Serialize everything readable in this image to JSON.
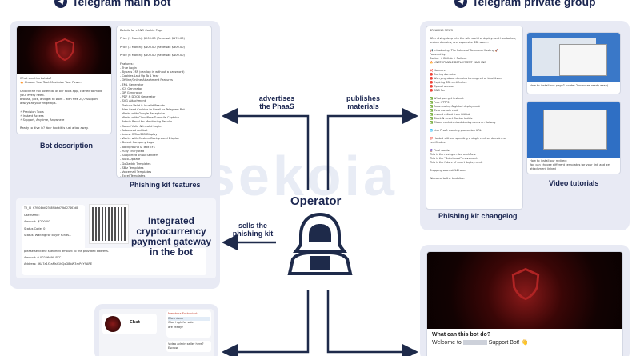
{
  "headers": {
    "left": "Telegram main bot",
    "right": "Telegram private group"
  },
  "watermark": "sekoia",
  "center": {
    "label": "Operator"
  },
  "arrows": {
    "advertises": "advertises\nthe PhaaS",
    "publishes": "publishes\nmaterials",
    "sells": "sells the\nphishing kit"
  },
  "captions": {
    "bot_description": "Bot description",
    "kit_features": "Phishing kit features",
    "payment": "Integrated\ncryptocurrency\npayment gateway\nin the bot",
    "changelog": "Phishing kit changelog",
    "tutorials": "Video tutorials"
  },
  "bot_description_text": "What can this bot do?\n🔥 Choose Your Tool. Maximize Your Power.\n\nUnlock the full potential of our tools app, crafted to make your every need.\nBrowse, pick, and get to work - with free 24/7 support always at your fingertips.\n\n⚡ Precision Tools\n⚡ Instant Access\n⚡ Support, Anytime, Anywhere\n\nReady to dive in? Your toolkit is just a tap away.",
  "kit_features_text": "Details for cO&O Cookie Page\n\nPrice (1 Month): $200.00 (Renewal: $170.00)\n\nPrice (3 Month): $400.00 (Renewal: $300.00)\n\nPrice (6 Month): $600.00 (Renewal: $400.00)\n\nFeatures:\n- True Login\n- Bypass 2FA (can log in without a password)\n- Cookies Last Up To 1 Year\n- Offline/Online Attachment Features\n- EML Generator\n- ICS Generator\n- QR Generator\n- PDF & DOCX Generator\n- SVG Attachment\n- Deliver Valid & Invalid Results\n- Also Send Cookies to Email or Telegram Bot\n- Works with Google Recaptcha\n- Works with Cloudflare Turnstile Captcha\n- Admin Panel for Monitoring Results\n- Saved Valid & Invalid Logins\n- Advanced Antibot\n- Latest Office365 Display\n- Works with Custom Background Display\n- Detect Company Logo\n- Background & Text EFs\n- Fully Encrypted\n- Supported on All Senders\n- Auto-Update\n- GoDaddy Templates\n- SBiz Templates\n- Voicemail Templates\n- Excel Templates\n- More Templates Available",
  "payment_text": {
    "id_line": "TX_ID  67f804ddf2368f4b6d73b827467d8",
    "username": "Username:",
    "amount": "Amount:  $200.00",
    "status_code": "Status Code: 0",
    "status": "Status: Waiting for buyer funds...",
    "notice": "please send the specified amount to the provided address.",
    "amount_btc": "Amount: 0.00256690 BTC",
    "address": "Address: 3Kz7a1f2aMsY1hQxD8bW3mPxY9ARE"
  },
  "changelog_text": "BREAKING NEWS\n\nAfter diving deep into the wild world of deployment headaches, broken domains, and expensive SSL woes...\n\n📢 Introducing: The Future of Seamless Hosting 🚀\nPowered by:\nDocker + GitHub + Railway\n🔥 UNSTOPPABLE DEPLOYMENT MACHINE\n\n❌ No more:\n🔴 Buying domains\n🔴 Worrying about domains turning red or blacklisted\n🔴 Expiring SSL certificates\n🔴 Cpanel access\n🔴 DNS fun\n\n✅ What you get instead:\n✅ Free HTTPS\n✅ Auto-scaling & global deployment\n✅ Zero domain cost\n✅ Instant rollout from GitHub\n✅ Sleek & smart Docker builds\n✅ Clean, containerized deployments on Railway\n\n🌐 Live Proof: working production URL\n\n💯 Hosted without spending a single cent on domains or certificates.\n\n🔮 Final words:\nThis is the next-gen dev workflow.\nThis is the \"Bulletproof\" movement.\nThis is the future of smart deployment.\n\nDropping soonest 14 hours\n\nWelcome to the landslide.",
  "tutorial_texts": {
    "first": "How to install our page? (under 2 minutes ready easy)",
    "second": "How to install our redirect\nYou can choose different templates for your link and get attachment linked"
  },
  "bottom_left": {
    "chat_title": "Chat",
    "reply_name": "Members Enthusiast",
    "reply_text": "Work done",
    "reply_sub": "Glad high for sale",
    "reply_sub2": "are ready?",
    "video_line": "Video admin seller here? Escrow"
  },
  "bottom_right": {
    "what": "What can this bot do?",
    "welcome": "Welcome to",
    "welcome_tail": "Support Bot! 👋"
  },
  "colors": {
    "panel": "#e8eaf4",
    "navy": "#1a2550",
    "arrow": "#1e2a4a"
  },
  "icons": {
    "operator": "hooded-hacker-icon",
    "left_logo": "telegram-logo-icon",
    "right_logo": "telegram-logo-icon"
  }
}
